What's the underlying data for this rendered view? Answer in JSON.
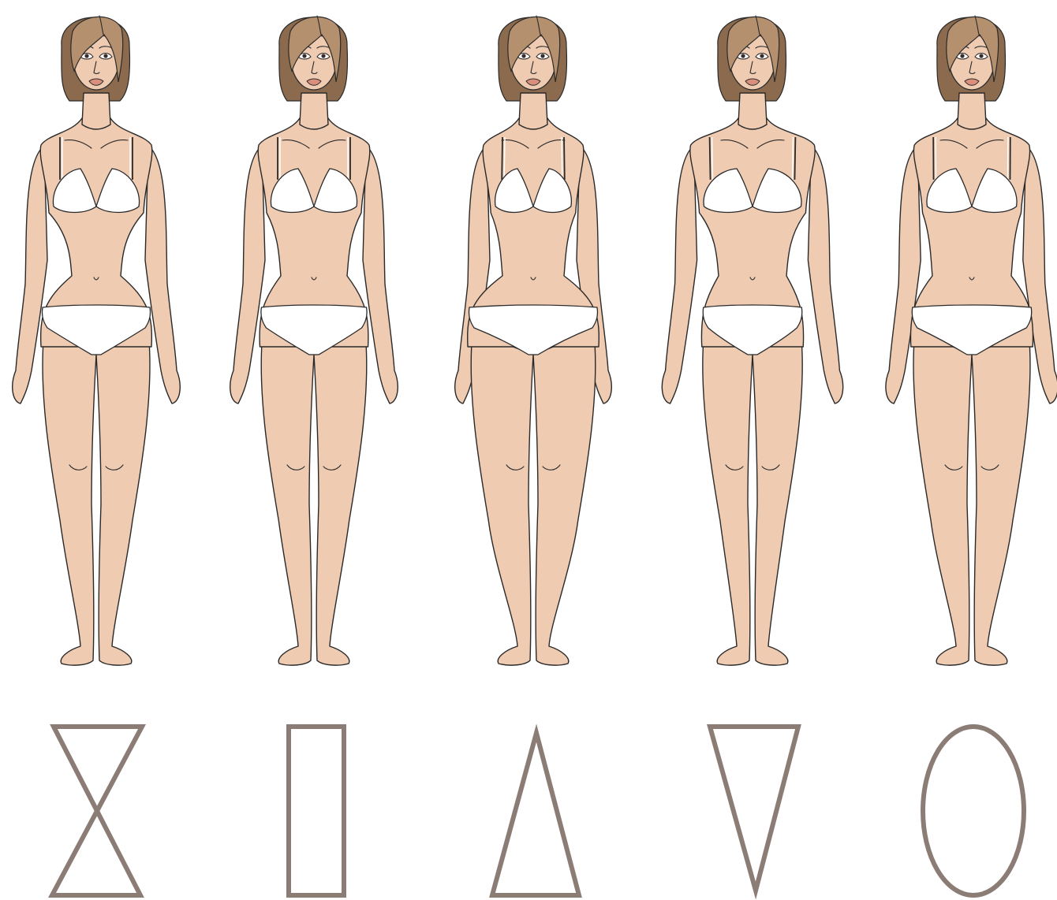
{
  "colors": {
    "skin": "#efcbb2",
    "outline": "#2a2a2a",
    "hair": "#b5906e",
    "hair_shadow": "#8c6a4d",
    "lips": "#d98f7c",
    "underwear": "#ffffff",
    "shape_stroke": "#8b7d75",
    "background": "#ffffff"
  },
  "figures": [
    {
      "shape_icon": "hourglass-icon",
      "shoulders": 1.0,
      "waist": 0.66,
      "hips": 1.0,
      "left_edge": false,
      "right_edge": false
    },
    {
      "shape_icon": "rectangle-icon",
      "shoulders": 1.0,
      "waist": 0.88,
      "hips": 0.98,
      "left_edge": false,
      "right_edge": false
    },
    {
      "shape_icon": "triangle-icon",
      "shoulders": 0.9,
      "waist": 0.82,
      "hips": 1.18,
      "left_edge": false,
      "right_edge": false
    },
    {
      "shape_icon": "inverted-triangle-icon",
      "shoulders": 1.12,
      "waist": 0.9,
      "hips": 0.92,
      "left_edge": false,
      "right_edge": false
    },
    {
      "shape_icon": "oval-icon",
      "shoulders": 1.04,
      "waist": 1.04,
      "hips": 1.1,
      "left_edge": false,
      "right_edge": true
    }
  ]
}
